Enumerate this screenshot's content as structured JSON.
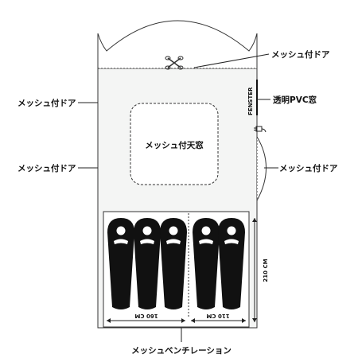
{
  "labels": {
    "mesh_door_top_right": "メッシュ付ドア",
    "transparent_pvc_window": "透明PVC窓",
    "mesh_door_left_upper": "メッシュ付ドア",
    "mesh_door_left_lower": "メッシュ付ドア",
    "mesh_door_right": "メッシュ付ドア",
    "mesh_skylight": "メッシュ付天窓",
    "mesh_ventilation": "メッシュベンチレーション",
    "fenster": "FENSTER",
    "width_160": "160 CM",
    "width_110": "110 CM",
    "length_210": "210 CM"
  },
  "icons": {
    "zipper": "zipper-icon",
    "power_plug": "power-plug-icon",
    "sleeping_bag": "sleeping-bag-icon"
  },
  "colors": {
    "line": "#333333",
    "fill_dark": "#111111",
    "tent_fill": "#f4f5f4"
  }
}
